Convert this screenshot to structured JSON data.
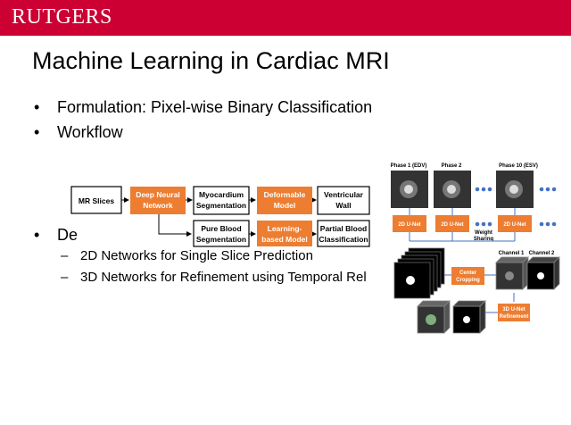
{
  "header": {
    "logo": "RUTGERS",
    "color": "#cc0033"
  },
  "title": "Machine Learning in Cardiac MRI",
  "bullets": [
    "Formulation: Pixel-wise Binary Classification",
    "Workflow",
    "De"
  ],
  "sub_bullets": [
    "2D Networks for Single Slice Prediction",
    "3D Networks for Refinement using Temporal Rel"
  ],
  "workflow": {
    "mr": "MR Slices",
    "dnn": [
      "Deep Neural",
      "Network"
    ],
    "myo": [
      "Myocardium",
      "Segmentation"
    ],
    "def": [
      "Deformable",
      "Model"
    ],
    "vw": [
      "Ventricular",
      "Wall"
    ],
    "pbs": [
      "Pure Blood",
      "Segmentation"
    ],
    "lbm": [
      "Learning-",
      "based Model"
    ],
    "pbc": [
      "Partial Blood",
      "Classification"
    ]
  },
  "figure": {
    "phase1": "Phase 1 (EDV)",
    "phase2": "Phase 2",
    "phase10": "Phase 10 (ESV)",
    "unet2d": "2D U-Net",
    "weight": [
      "Weight",
      "Sharing"
    ],
    "center": [
      "Center",
      "Cropping"
    ],
    "ch1": "Channel 1",
    "ch2": "Channel 2",
    "unet3d": [
      "3D U-Net",
      "Refinement"
    ]
  },
  "colors": {
    "orange": "#ed7d31",
    "blue": "#4472c4"
  }
}
